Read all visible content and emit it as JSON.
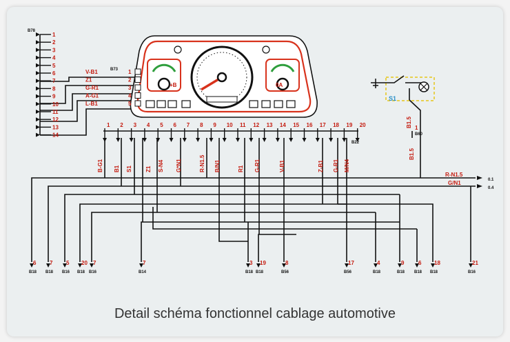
{
  "caption": "Detail schéma fonctionnel cablage automotive",
  "colors": {
    "wire": "#111111",
    "label": "#c41a0e",
    "dash": "#e6c619",
    "dial": "#d8321c"
  },
  "left_connector": {
    "ref": "B78",
    "pins": [
      "1",
      "2",
      "3",
      "4",
      "5",
      "6",
      "7",
      "8",
      "9",
      "10",
      "11",
      "12",
      "13",
      "14"
    ]
  },
  "mid_connector": {
    "ref": "B73",
    "pins": [
      "1",
      "2",
      "3",
      "4",
      "5"
    ],
    "labels": [
      "V-B1",
      "Z1",
      "G-R1",
      "A-G1",
      "L-B1"
    ]
  },
  "gauges": {
    "left": "+B",
    "right": "0A"
  },
  "top_pins": [
    "1",
    "2",
    "3",
    "4",
    "5",
    "6",
    "7",
    "8",
    "9",
    "10",
    "11",
    "12",
    "13",
    "14",
    "15",
    "16",
    "17",
    "18",
    "19",
    "20"
  ],
  "top_pin20_ref": "B22",
  "vertical_labels": [
    "B-G1",
    "B1",
    "S1",
    "Z1",
    "S-N4",
    "G*N1",
    "R-N1.5",
    "B/N1",
    "R1",
    "G-R1",
    "V-B1",
    "Z-B1",
    "G-R1",
    "M/N4"
  ],
  "right_outputs": [
    {
      "label": "R-N1.5",
      "pin": "0.1"
    },
    {
      "label": "G/N1",
      "pin": "0.4"
    }
  ],
  "switch": {
    "name": "S1",
    "pin": "1",
    "ref": "B60",
    "labels": [
      "B1.5",
      "B1.5"
    ]
  },
  "bottom_pins": [
    {
      "num": "6",
      "ref": "B18"
    },
    {
      "num": "7",
      "ref": "B18"
    },
    {
      "num": "5",
      "ref": "B16"
    },
    {
      "num": "20",
      "ref": "B18"
    },
    {
      "num": "7",
      "ref": "B16"
    },
    {
      "num": "7",
      "ref": "B14"
    },
    {
      "num": "3",
      "ref": "B18"
    },
    {
      "num": "19",
      "ref": "B18"
    },
    {
      "num": "8",
      "ref": "B56"
    },
    {
      "num": "17",
      "ref": "B56"
    },
    {
      "num": "4",
      "ref": "B18"
    },
    {
      "num": "9",
      "ref": "B18"
    },
    {
      "num": "6",
      "ref": "B18"
    },
    {
      "num": "18",
      "ref": "B18"
    },
    {
      "num": "21",
      "ref": "B16"
    }
  ]
}
